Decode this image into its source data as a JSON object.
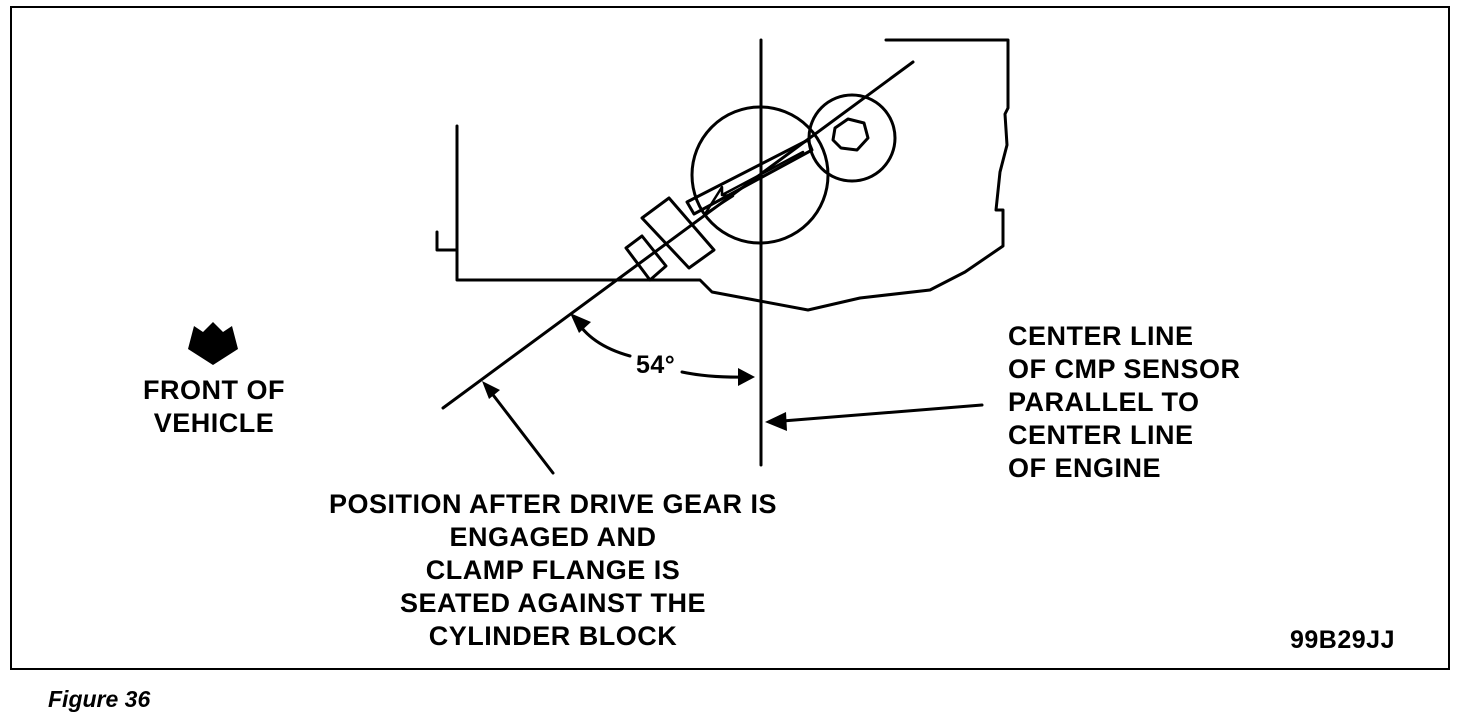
{
  "labels": {
    "front_of_vehicle": [
      "FRONT OF",
      "VEHICLE"
    ],
    "angle": "54°",
    "center_line": [
      "CENTER LINE",
      "OF CMP SENSOR",
      "PARALLEL TO",
      "CENTER LINE",
      "OF ENGINE"
    ],
    "position": [
      "POSITION AFTER DRIVE GEAR IS",
      "ENGAGED AND",
      "CLAMP FLANGE IS",
      "SEATED AGAINST THE",
      "CYLINDER BLOCK"
    ],
    "code": "99B29JJ"
  },
  "caption": "Figure 36",
  "icons": [
    "down-arrow-icon"
  ]
}
